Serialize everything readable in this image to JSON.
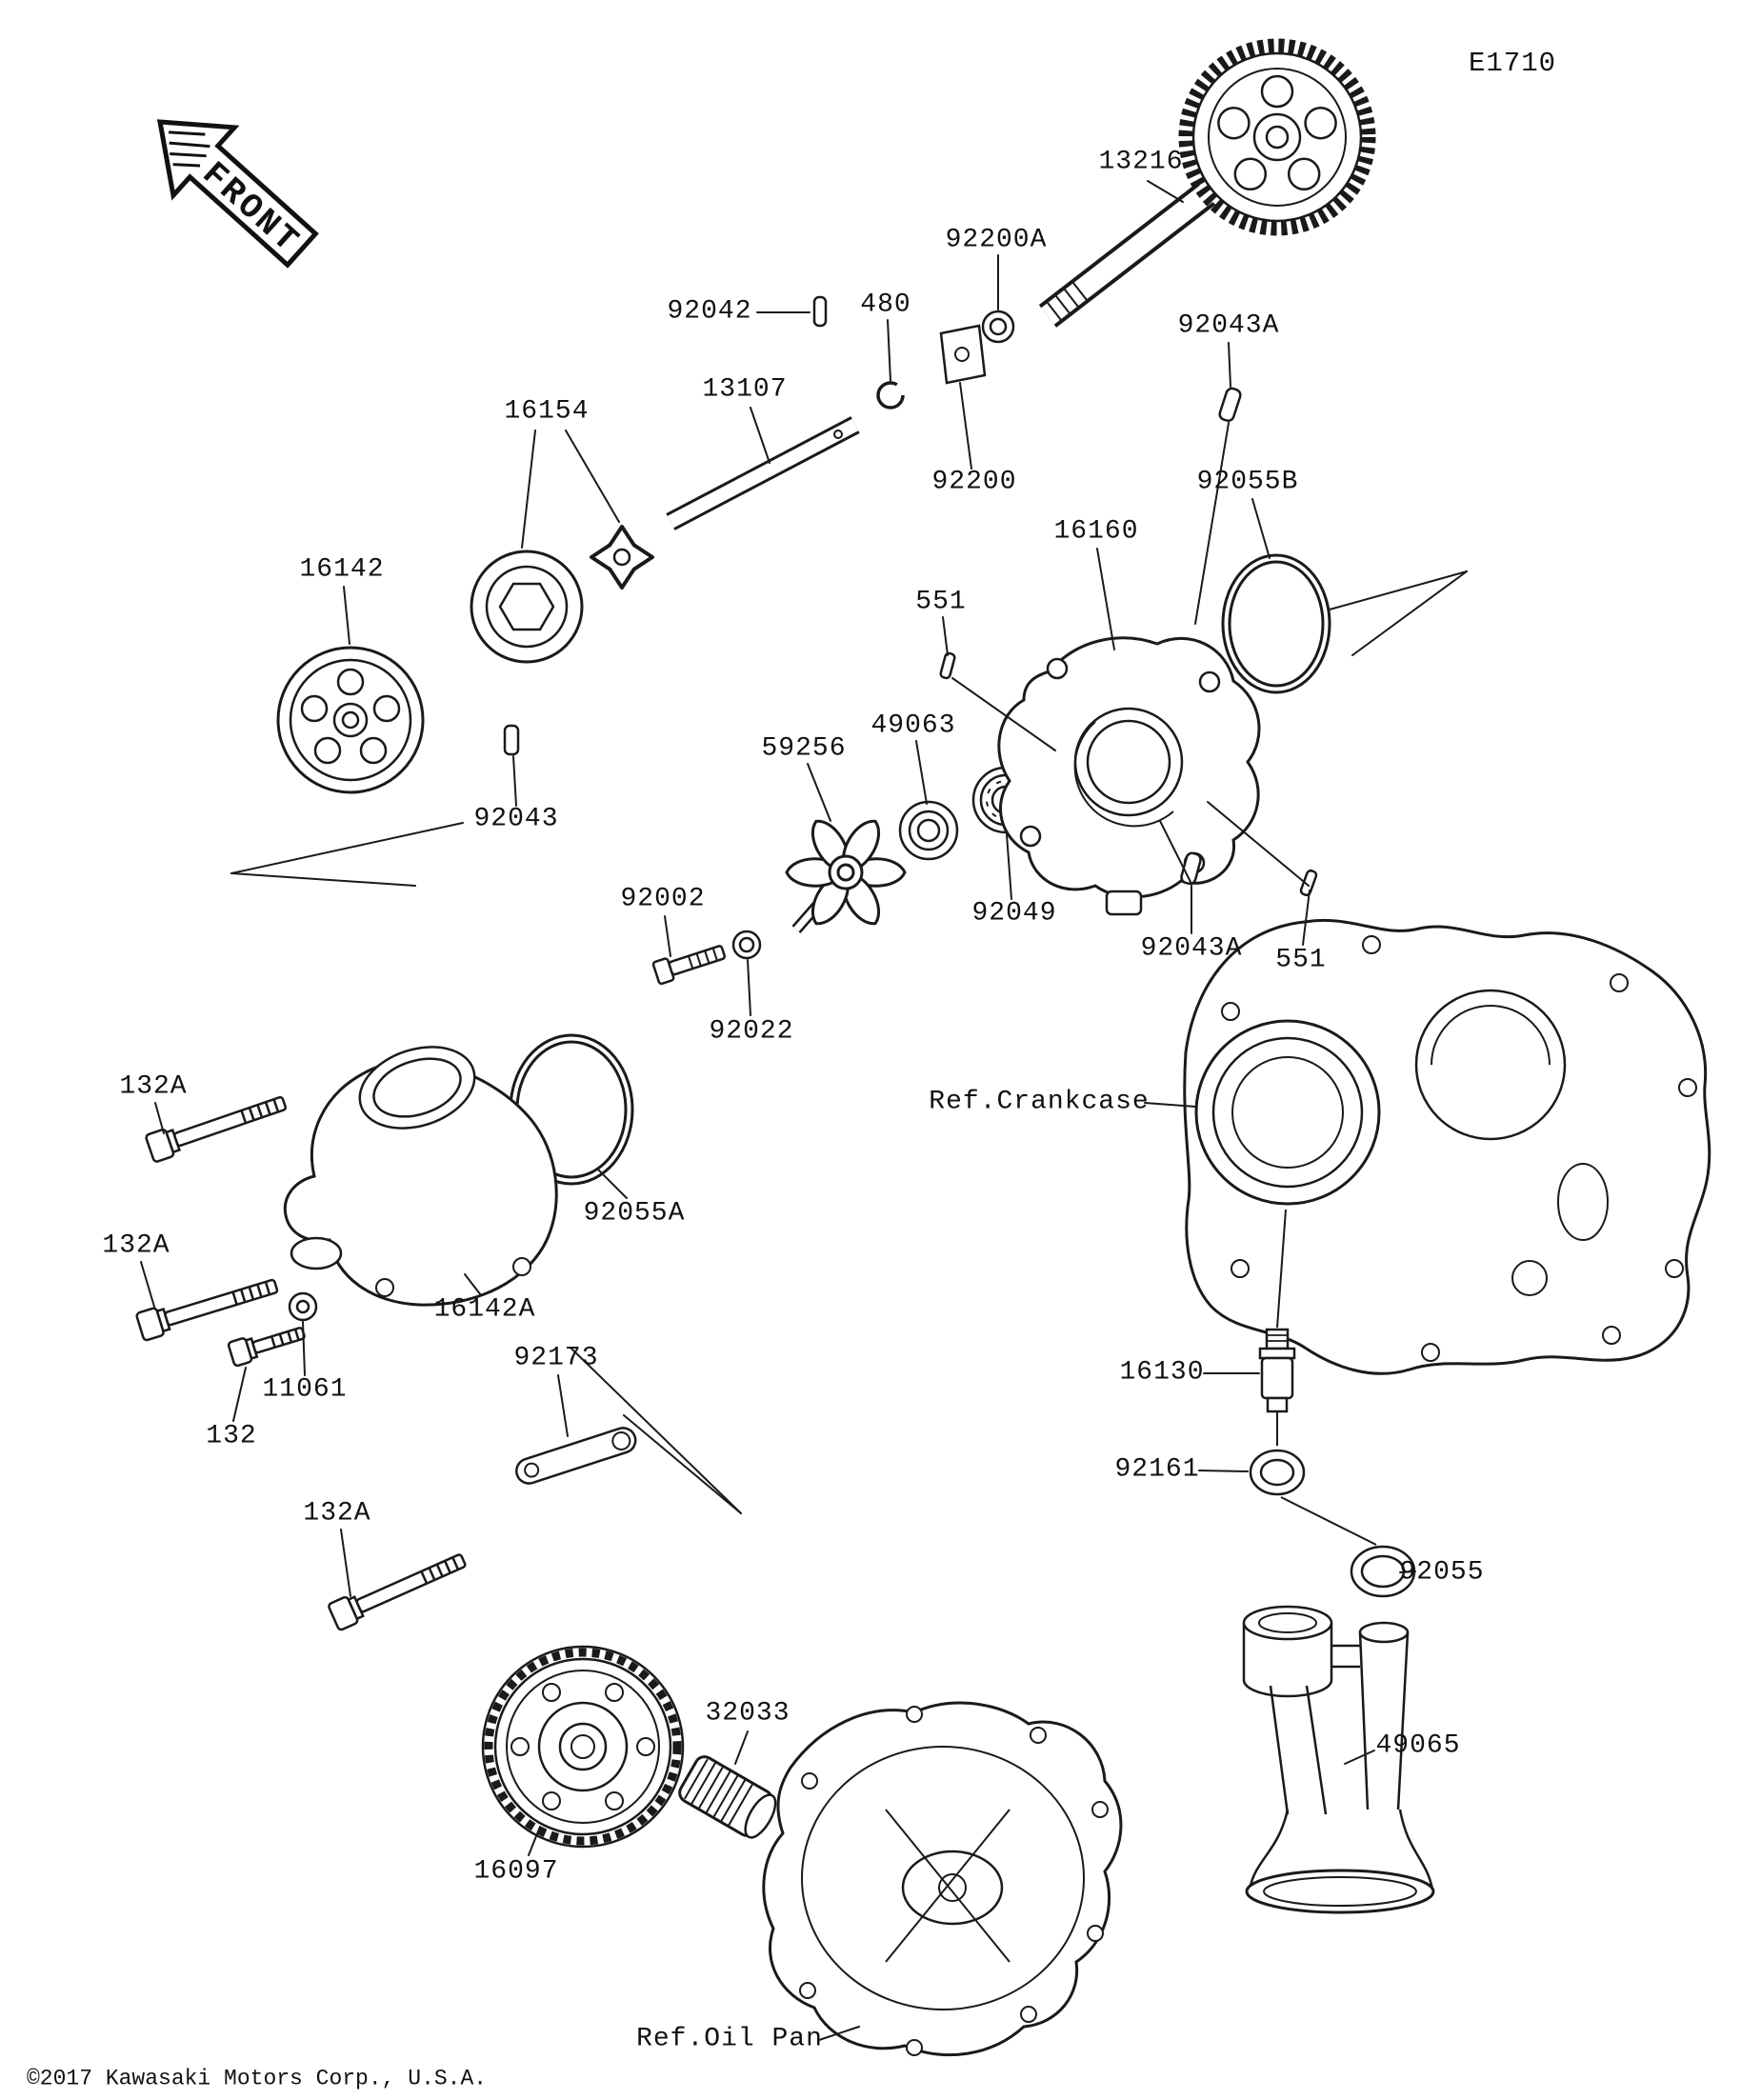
{
  "page": {
    "diagram_code": "E1710",
    "front_label": "FRONT",
    "copyright": "©2017 Kawasaki Motors Corp., U.S.A."
  },
  "part_labels": [
    {
      "text": "13216"
    },
    {
      "text": "92200A"
    },
    {
      "text": "92042"
    },
    {
      "text": "480"
    },
    {
      "text": "13107"
    },
    {
      "text": "16154"
    },
    {
      "text": "92043A"
    },
    {
      "text": "92200"
    },
    {
      "text": "92055B"
    },
    {
      "text": "16160"
    },
    {
      "text": "16142"
    },
    {
      "text": "551"
    },
    {
      "text": "49063"
    },
    {
      "text": "59256"
    },
    {
      "text": "92043"
    },
    {
      "text": "92002"
    },
    {
      "text": "92049"
    },
    {
      "text": "92043A"
    },
    {
      "text": "551"
    },
    {
      "text": "92022"
    },
    {
      "text": "Ref.Crankcase"
    },
    {
      "text": "132A"
    },
    {
      "text": "92055A"
    },
    {
      "text": "132A"
    },
    {
      "text": "16142A"
    },
    {
      "text": "92173"
    },
    {
      "text": "11061"
    },
    {
      "text": "132"
    },
    {
      "text": "16130"
    },
    {
      "text": "92161"
    },
    {
      "text": "132A"
    },
    {
      "text": "92055"
    },
    {
      "text": "49065"
    },
    {
      "text": "32033"
    },
    {
      "text": "16097"
    },
    {
      "text": "Ref.Oil Pan"
    }
  ]
}
